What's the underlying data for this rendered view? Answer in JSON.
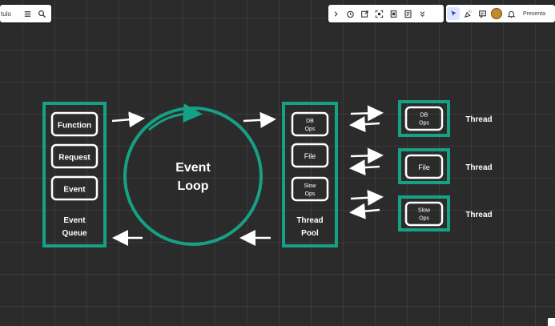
{
  "toolbar_left": {
    "title_fragment": "tulo",
    "menu_icon": "menu-icon",
    "search_icon": "search-icon"
  },
  "toolbar_mid": {
    "icons": [
      "chevron-right-icon",
      "timer-icon",
      "export-icon",
      "focus-icon",
      "frame-icon",
      "notes-icon",
      "chevron-double-down-icon"
    ]
  },
  "toolbar_right": {
    "icons": [
      "cursor-icon",
      "reaction-icon",
      "comment-icon",
      "avatar",
      "bell-icon"
    ],
    "present_label": "Presenta"
  },
  "diagram": {
    "queue": {
      "items": [
        "Function",
        "Request",
        "Event"
      ],
      "label_line1": "Event",
      "label_line2": "Queue"
    },
    "loop": {
      "line1": "Event",
      "line2": "Loop"
    },
    "pool": {
      "items": [
        [
          "DB",
          "Ops"
        ],
        [
          "File"
        ],
        [
          "Slow",
          "Ops"
        ]
      ],
      "label_line1": "Thread",
      "label_line2": "Pool"
    },
    "threads": [
      {
        "box": [
          "DB",
          "Ops"
        ],
        "label": "Thread"
      },
      {
        "box": [
          "File"
        ],
        "label": "Thread"
      },
      {
        "box": [
          "Slow",
          "Ops"
        ],
        "label": "Thread"
      }
    ],
    "accent_color": "#16a085"
  }
}
